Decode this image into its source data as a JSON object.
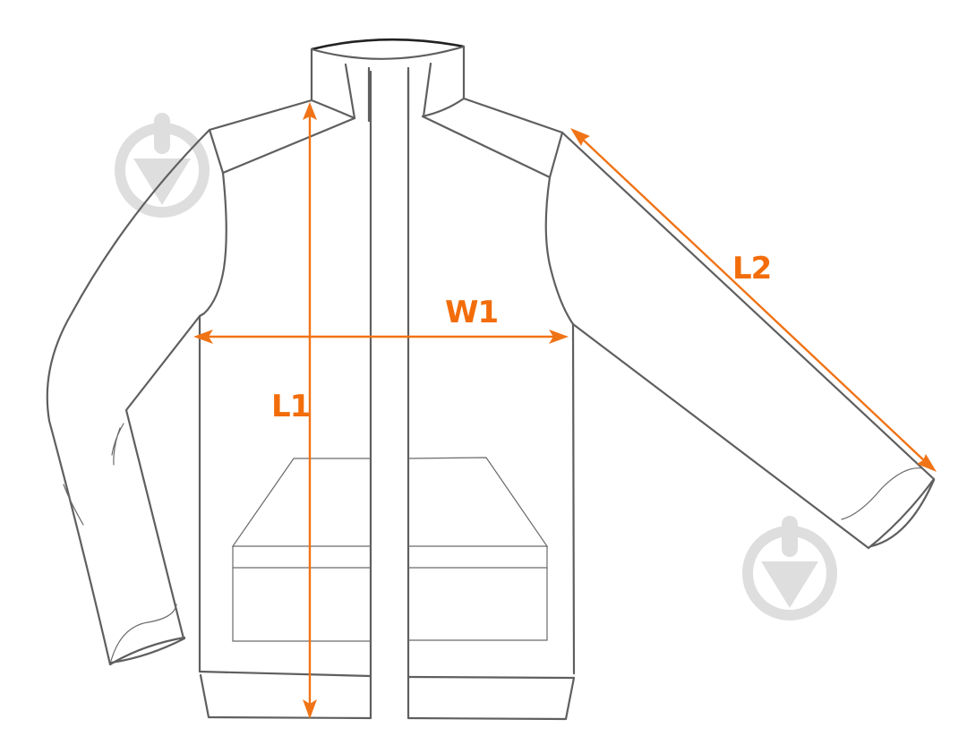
{
  "diagram": {
    "subject": "jacket measurement guide",
    "colors": {
      "outline": "#5f5f5f",
      "dimension": "#f07316",
      "label": "#f26d0a",
      "watermark": "#dedede"
    },
    "measurements": [
      {
        "id": "L1",
        "label": "L1",
        "meaning": "body length (collar seam to hem)"
      },
      {
        "id": "W1",
        "label": "W1",
        "meaning": "chest width (armpit to armpit)"
      },
      {
        "id": "L2",
        "label": "L2",
        "meaning": "sleeve length (shoulder to cuff)"
      }
    ],
    "watermarks": [
      "brand-logo-icon",
      "brand-logo-icon"
    ]
  }
}
